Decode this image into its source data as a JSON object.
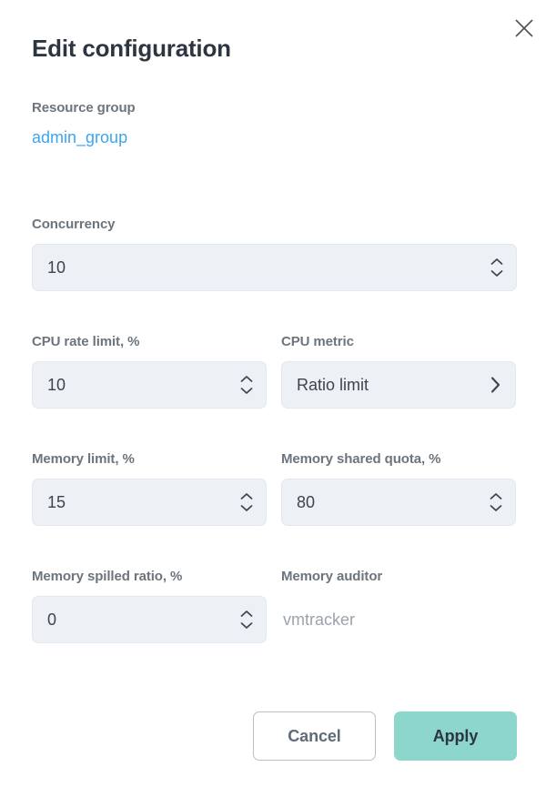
{
  "dialog": {
    "title": "Edit configuration",
    "close_icon": "close-icon"
  },
  "fields": {
    "resource_group": {
      "label": "Resource group",
      "value": "admin_group"
    },
    "concurrency": {
      "label": "Concurrency",
      "value": "10"
    },
    "cpu_rate_limit": {
      "label": "CPU rate limit, %",
      "value": "10"
    },
    "cpu_metric": {
      "label": "CPU metric",
      "value": "Ratio limit",
      "chevron_icon": "chevron-right-icon"
    },
    "memory_limit": {
      "label": "Memory limit, %",
      "value": "15"
    },
    "memory_shared_quota": {
      "label": "Memory shared quota, %",
      "value": "80"
    },
    "memory_spilled_ratio": {
      "label": "Memory spilled ratio, %",
      "value": "0"
    },
    "memory_auditor": {
      "label": "Memory auditor",
      "value": "vmtracker"
    }
  },
  "footer": {
    "cancel_label": "Cancel",
    "apply_label": "Apply"
  },
  "colors": {
    "accent": "#8dd6cc",
    "link": "#3da5f0",
    "input_bg": "#edf1f5",
    "title": "#2d3640",
    "label": "#6c757d"
  }
}
